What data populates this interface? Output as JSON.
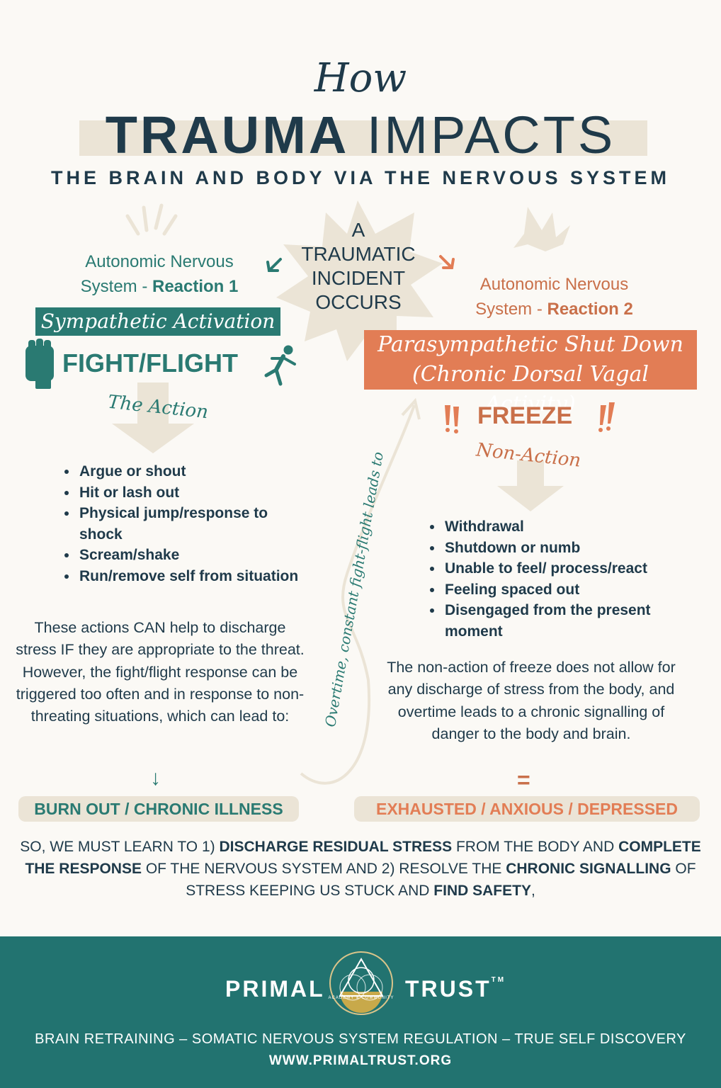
{
  "header": {
    "how": "How",
    "main_bold": "TRAUMA",
    "main_light": "IMPACTS",
    "subtitle": "THE BRAIN AND BODY VIA THE NERVOUS SYSTEM"
  },
  "incident": {
    "line1": "A",
    "line2": "TRAUMATIC",
    "line3": "INCIDENT",
    "line4": "OCCURS"
  },
  "left": {
    "ans_line1": "Autonomic Nervous",
    "ans_line2_prefix": "System - ",
    "ans_line2_bold": "Reaction 1",
    "banner": "Sympathetic Activation",
    "title": "FIGHT/FLIGHT",
    "action_label": "The Action",
    "bullets": [
      "Argue or shout",
      "Hit or lash out",
      "Physical jump/response to shock",
      "Scream/shake",
      "Run/remove self from situation"
    ],
    "paragraph": "These actions CAN help to discharge stress IF they are appropriate to the threat. However, the fight/flight response can be triggered too often and in response to non-threating situations, which can lead to:",
    "arrow_symbol": "↓",
    "result": "BURN OUT / CHRONIC ILLNESS"
  },
  "right": {
    "ans_line1": "Autonomic Nervous",
    "ans_line2_prefix": "System - ",
    "ans_line2_bold": "Reaction 2",
    "banner_line1": "Parasympathetic Shut Down",
    "banner_line2": "(Chronic Dorsal Vagal Activity)",
    "title": "FREEZE",
    "action_label": "Non-Action",
    "bullets": [
      "Withdrawal",
      "Shutdown or numb",
      "Unable to feel/ process/react",
      "Feeling spaced out",
      "Disengaged from the present moment"
    ],
    "paragraph": "The non-action of freeze does not allow for any discharge of stress from the body, and overtime leads to a chronic signalling of danger to the body and brain.",
    "equals_symbol": "=",
    "result": "EXHAUSTED / ANXIOUS / DEPRESSED"
  },
  "curve_label": "Overtime, constant fight-flight leads to",
  "conclusion": {
    "p1": "SO, WE MUST LEARN TO 1) ",
    "b1": "DISCHARGE RESIDUAL STRESS",
    "p2": " FROM THE BODY AND ",
    "b2": "COMPLETE THE RESPONSE",
    "p3": " OF THE NERVOUS SYSTEM AND 2) RESOLVE THE ",
    "b3": "CHRONIC SIGNALLING",
    "p4": " OF STRESS KEEPING US STUCK AND ",
    "b4": "FIND SAFETY",
    "p5": ","
  },
  "footer": {
    "brand_left": "PRIMAL",
    "brand_right": "TRUST",
    "tm": "TM",
    "logo_text": "ACADEMY & COMMUNITY",
    "tagline": "BRAIN RETRAINING – SOMATIC NERVOUS SYSTEM REGULATION – TRUE SELF DISCOVERY",
    "url": "WWW.PRIMALTRUST.ORG"
  },
  "colors": {
    "teal": "#2a7a72",
    "orange": "#e27d55",
    "navy": "#1f3a4a",
    "beige": "#ebe4d6",
    "footer": "#227370"
  },
  "icons": [
    "fist-icon",
    "running-person-icon",
    "burst-icon",
    "arrow-icon",
    "exclamation-icon",
    "logo-icon"
  ]
}
